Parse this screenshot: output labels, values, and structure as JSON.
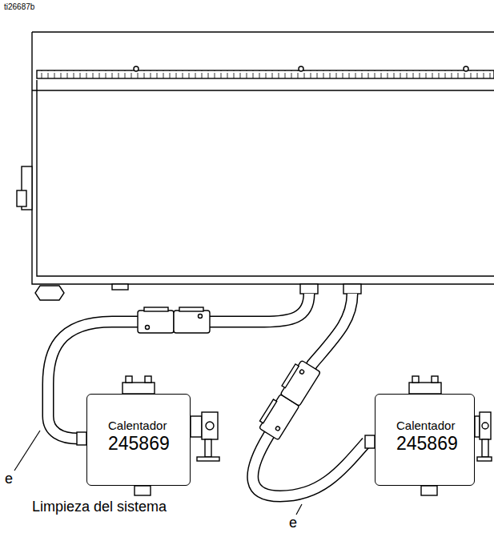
{
  "diagram": {
    "nodes": [
      {
        "text": [
          "Calentador",
          "245869"
        ]
      },
      {
        "text": [
          "Calentador",
          "245869"
        ]
      }
    ],
    "labels": [
      "ti26687b",
      "e",
      "Limpieza del sistema",
      "e"
    ]
  }
}
